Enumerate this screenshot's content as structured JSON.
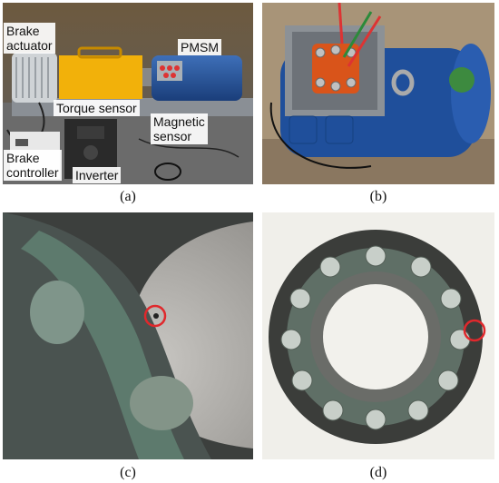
{
  "panels": {
    "a": {
      "caption": "(a)",
      "labels": {
        "brake_actuator_line1": "Brake",
        "brake_actuator_line2": "actuator",
        "pmsm": "PMSM",
        "torque_sensor": "Torque sensor",
        "magnetic_sensor_line1": "Magnetic",
        "magnetic_sensor_line2": "sensor",
        "brake_controller_line1": "Brake",
        "brake_controller_line2": "controller",
        "inverter": "Inverter"
      }
    },
    "b": {
      "caption": "(b)"
    },
    "c": {
      "caption": "(c)"
    },
    "d": {
      "caption": "(d)"
    }
  },
  "colors": {
    "motor_blue": "#1f4f9b",
    "torque_sensor_yellow": "#f2b10a",
    "defect_circle_red": "#e0282c"
  }
}
